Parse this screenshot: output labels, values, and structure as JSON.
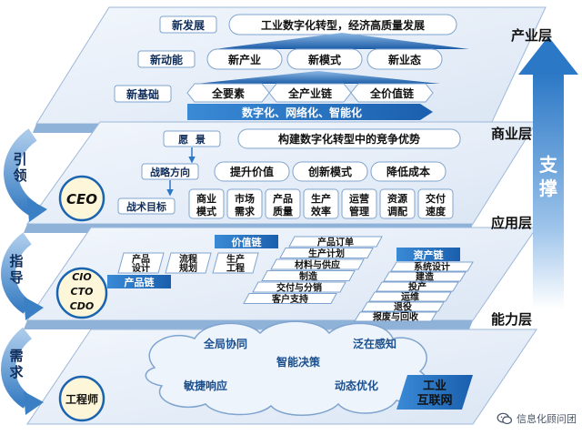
{
  "colors": {
    "accent": "#1a63b0",
    "dark": "#0f2d5a",
    "plane": "#e6eef8",
    "pill": "#ffffff",
    "arrow": "#2b78c6",
    "side": "#4a89c9"
  },
  "layers": {
    "industry": "产业层",
    "business": "商业层",
    "application": "应用层",
    "capability": "能力层"
  },
  "support": "支\n撑",
  "side_labels": {
    "lead": "引领",
    "guide": "指导",
    "demand": "需求"
  },
  "roles": {
    "ceo": "CEO",
    "cxo": [
      "CIO",
      "CTO",
      "CDO"
    ],
    "engineer": "工程师"
  },
  "industry": {
    "new_development_label": "新发展",
    "new_development_value": "工业数字化转型，经济高质量发展",
    "new_momentum_label": "新动能",
    "new_momentum_items": [
      "新产业",
      "新模式",
      "新业态"
    ],
    "new_foundation_label": "新基础",
    "new_foundation_items": [
      "全要素",
      "全产业链",
      "全价值链"
    ],
    "digital_bar": "数字化、网络化、智能化"
  },
  "business": {
    "vision_label": "愿  景",
    "vision_value": "构建数字化转型中的竞争优势",
    "strategy_label": "战略方向",
    "strategy_items": [
      "提升价值",
      "创新模式",
      "降低成本"
    ],
    "tactics_label": "战术目标",
    "tactics_items": [
      [
        "商业",
        "模式"
      ],
      [
        "市场",
        "需求"
      ],
      [
        "产品",
        "质量"
      ],
      [
        "生产",
        "效率"
      ],
      [
        "运营",
        "管理"
      ],
      [
        "资源",
        "调配"
      ],
      [
        "交付",
        "速度"
      ]
    ]
  },
  "application": {
    "value_chain_label": "价值链",
    "value_chain_items": [
      "产品订单",
      "生产计划",
      "材料与供应",
      "制造",
      "交付与分销",
      "客户支持"
    ],
    "product_chain_items": [
      [
        "产品",
        "设计"
      ],
      [
        "流程",
        "规划"
      ],
      [
        "生产",
        "工程"
      ]
    ],
    "product_chain_label": "产品链",
    "asset_chain_label": "资产链",
    "asset_chain_items": [
      "系统设计",
      "建造",
      "投产",
      "运维",
      "退役",
      "报废与回收"
    ]
  },
  "capability": {
    "cloud_items": [
      "全局协同",
      "智能决策",
      "泛在感知",
      "敏捷响应",
      "动态优化"
    ],
    "industrial_internet": [
      "工业",
      "互联网"
    ]
  },
  "watermark": "信息化顾问团"
}
